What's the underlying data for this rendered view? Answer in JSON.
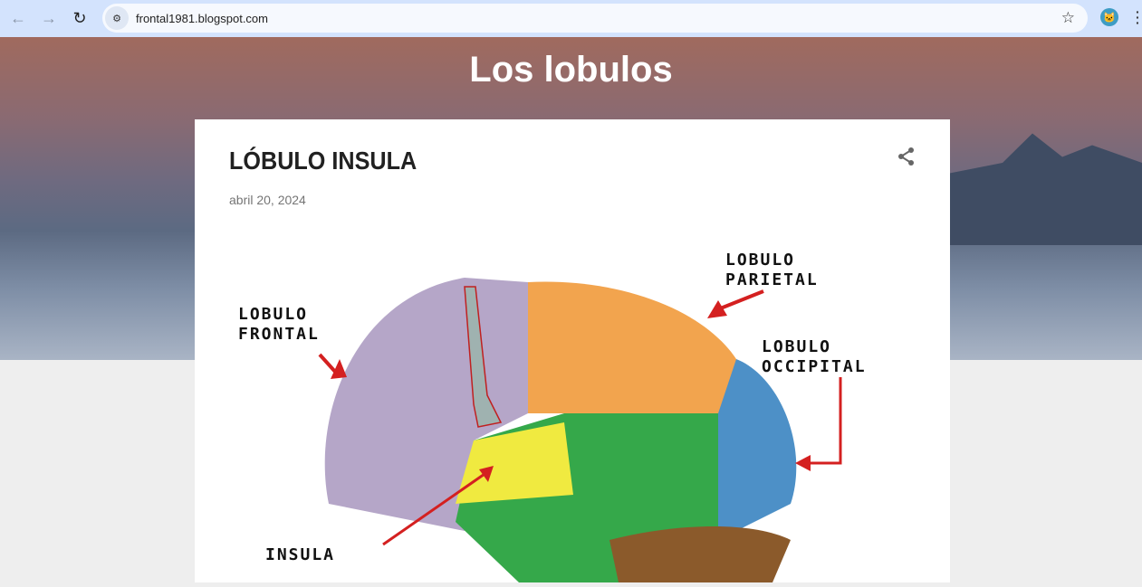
{
  "browser": {
    "url": "frontal1981.blogspot.com",
    "icons": [
      "back-arrow-icon",
      "forward-arrow-icon",
      "reload-icon",
      "site-settings-icon",
      "bookmark-star-icon",
      "profile-avatar-icon",
      "more-menu-icon"
    ]
  },
  "blog": {
    "title": "Los lobulos"
  },
  "post": {
    "title": "LÓBULO INSULA",
    "date": "abril 20, 2024",
    "image_labels": {
      "frontal": "LOBULO FRONTAL",
      "parietal": "LOBULO PARIETAL",
      "occipital": "LOBULO OCCIPITAL",
      "insula": "INSULA"
    }
  }
}
